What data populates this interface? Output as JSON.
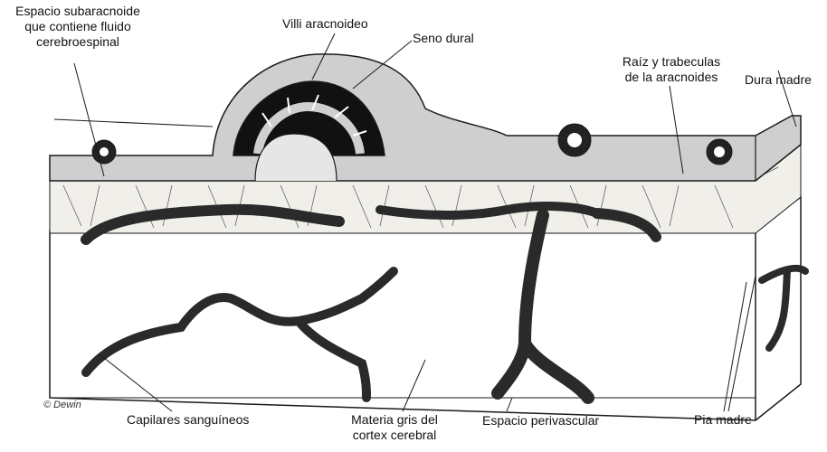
{
  "labels": {
    "subarachnoid_space": [
      "Espacio subaracnoide",
      "que contiene fluido",
      "cerebroespinal"
    ],
    "arachnoid_villi": "Villi aracnoideo",
    "dural_sinus": "Seno dural",
    "arachnoid_trabeculae": [
      "Raíz y trabeculas",
      "de la aracnoides"
    ],
    "dura_mater": "Dura madre",
    "blood_capillaries": "Capilares sanguíneos",
    "gray_matter": [
      "Materia gris del",
      "cortex cerebral"
    ],
    "perivascular_space": "Espacio perivascular",
    "pia_mater": "Pia madre",
    "signature": "© Dewin"
  },
  "colors": {
    "ink": "#1a1a1a",
    "dura_fill": "#cfcfcf",
    "sinus_fill": "#111111",
    "block_fill": "#ffffff",
    "tissue_fill": "#f1efe9",
    "vessel_fill": "#2a2a2a"
  }
}
